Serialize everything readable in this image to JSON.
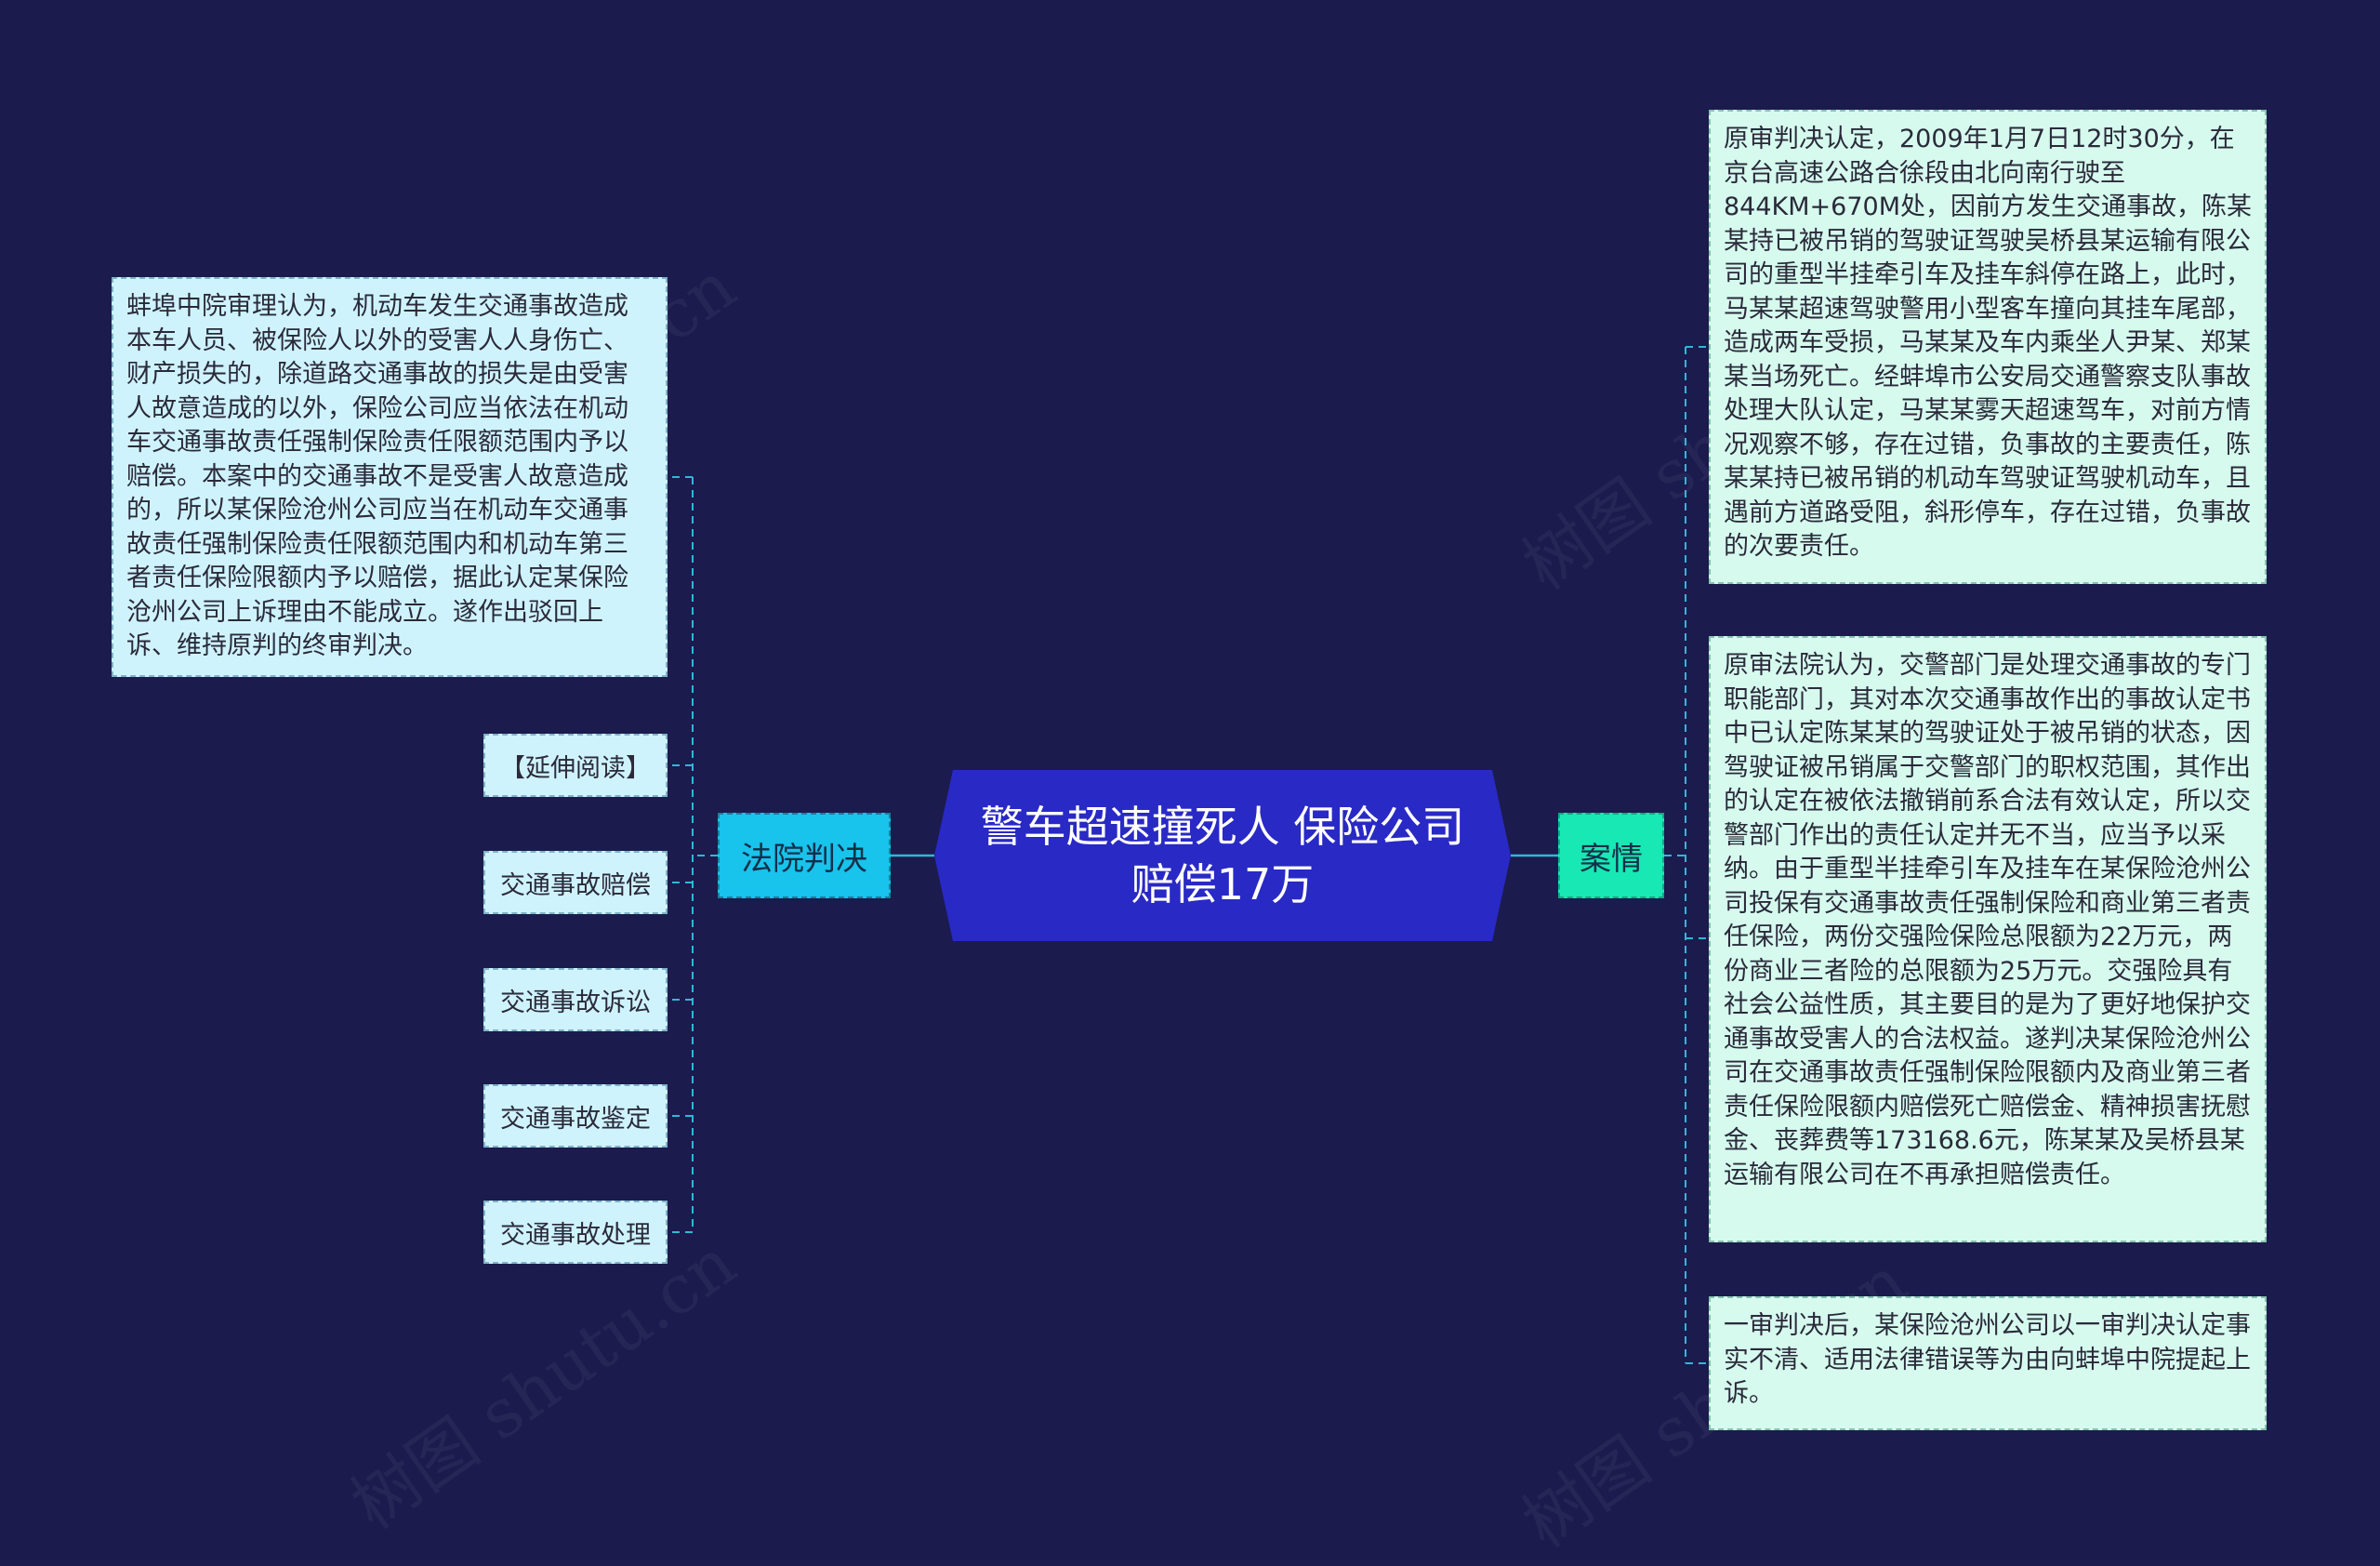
{
  "center": {
    "title": "警车超速撞死人 保险公司赔偿17万"
  },
  "left_branch": {
    "label": "法院判决",
    "children": [
      "蚌埠中院审理认为，机动车发生交通事故造成本车人员、被保险人以外的受害人人身伤亡、财产损失的，除道路交通事故的损失是由受害人故意造成的以外，保险公司应当依法在机动车交通事故责任强制保险责任限额范围内予以赔偿。本案中的交通事故不是受害人故意造成的，所以某保险沧州公司应当在机动车交通事故责任强制保险责任限额范围内和机动车第三者责任保险限额内予以赔偿，据此认定某保险沧州公司上诉理由不能成立。遂作出驳回上诉、维持原判的终审判决。",
      "【延伸阅读】",
      "交通事故赔偿",
      "交通事故诉讼",
      "交通事故鉴定",
      "交通事故处理"
    ]
  },
  "right_branch": {
    "label": "案情",
    "children": [
      "原审判决认定，2009年1月7日12时30分，在京台高速公路合徐段由北向南行驶至844KM+670M处，因前方发生交通事故，陈某某持已被吊销的驾驶证驾驶吴桥县某运输有限公司的重型半挂牵引车及挂车斜停在路上，此时，马某某超速驾驶警用小型客车撞向其挂车尾部，造成两车受损，马某某及车内乘坐人尹某、郑某某当场死亡。经蚌埠市公安局交通警察支队事故处理大队认定，马某某雾天超速驾车，对前方情况观察不够，存在过错，负事故的主要责任，陈某某持已被吊销的机动车驾驶证驾驶机动车，且遇前方道路受阻，斜形停车，存在过错，负事故的次要责任。",
      "原审法院认为，交警部门是处理交通事故的专门职能部门，其对本次交通事故作出的事故认定书中已认定陈某某的驾驶证处于被吊销的状态，因驾驶证被吊销属于交警部门的职权范围，其作出的认定在被依法撤销前系合法有效认定，所以交警部门作出的责任认定并无不当，应当予以采纳。由于重型半挂牵引车及挂车在某保险沧州公司投保有交通事故责任强制保险和商业第三者责任保险，两份交强险保险总限额为22万元，两份商业三者险的总限额为25万元。交强险具有社会公益性质，其主要目的是为了更好地保护交通事故受害人的合法权益。遂判决某保险沧州公司在交通事故责任强制保险限额内及商业第三者责任保险限额内赔偿死亡赔偿金、精神损害抚慰金、丧葬费等173168.6元，陈某某及吴桥县某运输有限公司在不再承担赔偿责任。",
      "一审判决后，某保险沧州公司以一审判决认定事实不清、适用法律错误等为由向蚌埠中院提起上诉。"
    ]
  },
  "watermark": "树图 shutu.cn",
  "colors": {
    "background": "#1b1b4d",
    "center": "#2929c6",
    "left_branch": "#18c3ec",
    "right_branch": "#18e8b4",
    "leaf_left": "#cff3fd",
    "leaf_right": "#d6fbee",
    "connector": "#2fb8d8"
  }
}
